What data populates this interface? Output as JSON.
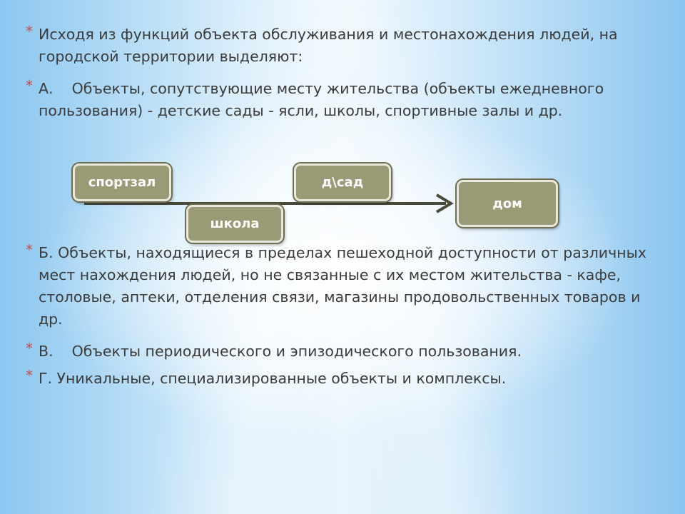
{
  "bullets": [
    {
      "text": "Исходя из функций объекта обслуживания и местонахождения людей, на городской территории выделяют:"
    },
    {
      "text": "А.    Объекты, сопутствующие месту жительства (объекты ежедневного пользования) - детские сады - ясли, школы, спортивные залы и др."
    },
    {
      "text": "Б. Объекты, находящиеся в пределах пешеходной доступности от различных мест нахождения людей, но не связанные с их местом жительства - кафе, столовые, аптеки, отделения связи, магазины продовольственных товаров и др."
    },
    {
      "text": "В.    Объекты периодического и эпизодического пользования."
    },
    {
      "text": "Г. Уникальные, специализированные объекты и комплексы."
    }
  ],
  "bullet_marker": "*",
  "diagram": {
    "nodes": {
      "gym": "спортзал",
      "kindergarten": "д\\сад",
      "school": "школа",
      "home": "дом"
    }
  },
  "colors": {
    "bullet_marker": "#c0504d",
    "box_fill": "#9a9a76",
    "arrow": "#4a4a3a",
    "text": "#3b3b3b"
  }
}
